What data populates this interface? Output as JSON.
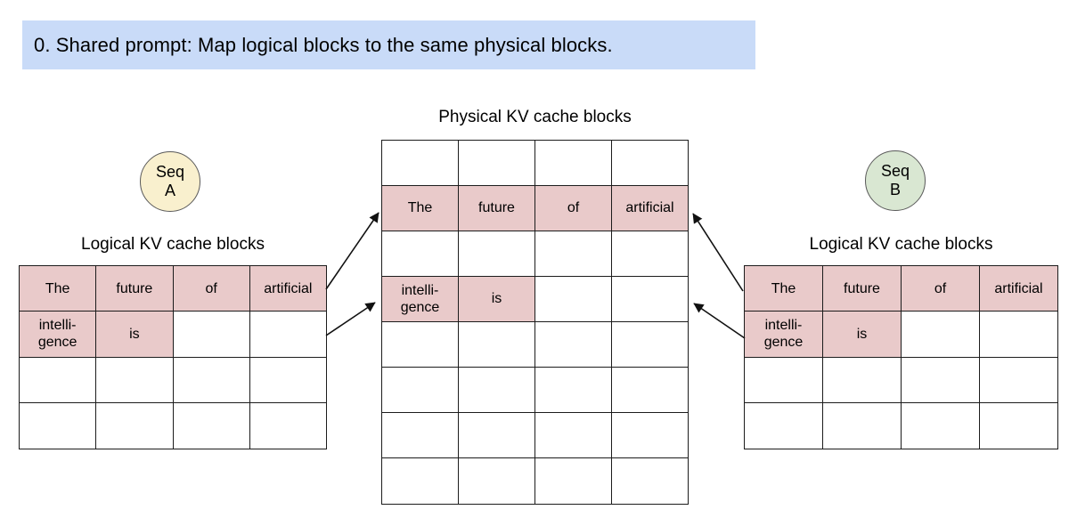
{
  "colors": {
    "banner_bg": "#c9dbf8",
    "highlight": "#e9caca",
    "seq_a_fill": "#f9f0ce",
    "seq_b_fill": "#d9e7d2",
    "border": "#1c1c1c",
    "circle_border": "#595959"
  },
  "banner": {
    "text": "0. Shared prompt: Map logical blocks to the same physical blocks."
  },
  "physical": {
    "title": "Physical KV cache blocks",
    "rows": [
      [
        "",
        "",
        "",
        ""
      ],
      [
        "The",
        "future",
        "of",
        "artificial"
      ],
      [
        "",
        "",
        "",
        ""
      ],
      [
        "intelli-\ngence",
        "is",
        "",
        ""
      ],
      [
        "",
        "",
        "",
        ""
      ],
      [
        "",
        "",
        "",
        ""
      ],
      [
        "",
        "",
        "",
        ""
      ],
      [
        "",
        "",
        "",
        ""
      ]
    ],
    "highlighted_cells": [
      [
        1,
        0
      ],
      [
        1,
        1
      ],
      [
        1,
        2
      ],
      [
        1,
        3
      ],
      [
        3,
        0
      ],
      [
        3,
        1
      ]
    ]
  },
  "seq_a": {
    "badge_line1": "Seq",
    "badge_line2": "A",
    "table_title": "Logical KV cache blocks",
    "rows": [
      [
        "The",
        "future",
        "of",
        "artificial"
      ],
      [
        "intelli-\ngence",
        "is",
        "",
        ""
      ],
      [
        "",
        "",
        "",
        ""
      ],
      [
        "",
        "",
        "",
        ""
      ]
    ],
    "highlighted_cells": [
      [
        0,
        0
      ],
      [
        0,
        1
      ],
      [
        0,
        2
      ],
      [
        0,
        3
      ],
      [
        1,
        0
      ],
      [
        1,
        1
      ]
    ]
  },
  "seq_b": {
    "badge_line1": "Seq",
    "badge_line2": "B",
    "table_title": "Logical KV cache blocks",
    "rows": [
      [
        "The",
        "future",
        "of",
        "artificial"
      ],
      [
        "intelli-\ngence",
        "is",
        "",
        ""
      ],
      [
        "",
        "",
        "",
        ""
      ],
      [
        "",
        "",
        "",
        ""
      ]
    ],
    "highlighted_cells": [
      [
        0,
        0
      ],
      [
        0,
        1
      ],
      [
        0,
        2
      ],
      [
        0,
        3
      ],
      [
        1,
        0
      ],
      [
        1,
        1
      ]
    ]
  }
}
